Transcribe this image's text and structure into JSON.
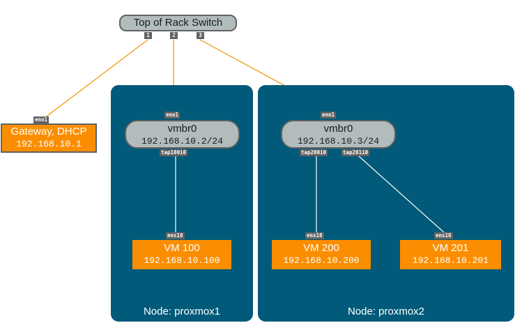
{
  "switch": {
    "label": "Top of Rack Switch",
    "ports": [
      "1",
      "2",
      "3"
    ]
  },
  "gateway": {
    "title": "Gateway, DHCP",
    "ip": "192.168.10.1",
    "iface": "eno1"
  },
  "nodes": [
    {
      "label": "Node: proxmox1",
      "uplink_iface": "eno1",
      "bridge": {
        "name": "vmbr0",
        "ip": "192.168.10.2/24"
      },
      "taps": [
        "tap100i0"
      ],
      "vms": [
        {
          "iface": "ens18",
          "name": "VM 100",
          "ip": "192.168.10.100"
        }
      ]
    },
    {
      "label": "Node: proxmox2",
      "uplink_iface": "eno1",
      "bridge": {
        "name": "vmbr0",
        "ip": "192.168.10.3/24"
      },
      "taps": [
        "tap200i0",
        "tap201i0"
      ],
      "vms": [
        {
          "iface": "ens18",
          "name": "VM 200",
          "ip": "192.168.10.200"
        },
        {
          "iface": "ens18",
          "name": "VM 201",
          "ip": "192.168.10.201"
        }
      ]
    }
  ],
  "colors": {
    "node_panel": "#015a79",
    "vm_box": "#fb8e00",
    "bridge_fill": "#b2bcbc",
    "uplink_line": "#f39200",
    "internal_line": "#ffffff",
    "tag_fill": "#626262"
  }
}
